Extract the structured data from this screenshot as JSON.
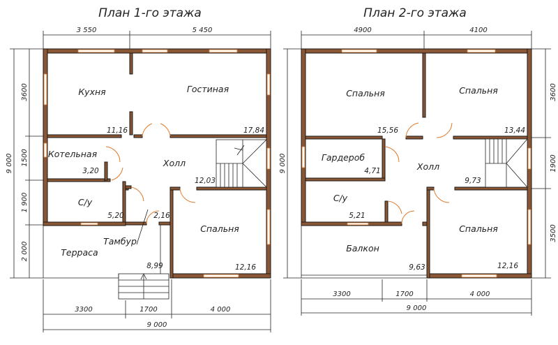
{
  "plan1": {
    "title": "План 1-го этажа",
    "rooms": [
      {
        "name": "Кухня",
        "area": "11,16"
      },
      {
        "name": "Гостиная",
        "area": "17,84"
      },
      {
        "name": "Котельная",
        "area": "3,20"
      },
      {
        "name": "Холл",
        "area": "12,03"
      },
      {
        "name": "С/у",
        "area": "5,20"
      },
      {
        "name": "Тамбур",
        "area": "2,16"
      },
      {
        "name": "Спальня",
        "area": "12,16"
      },
      {
        "name": "Терраса",
        "area": "8,99"
      }
    ],
    "dims_top": [
      "3 550",
      "5 450"
    ],
    "dims_bottom": [
      "3300",
      "1700",
      "4 000"
    ],
    "dim_total": "9 000",
    "dims_left": [
      "3600",
      "1500",
      "1 900",
      "2 000"
    ],
    "dim_left_total": "9 000"
  },
  "plan2": {
    "title": "План 2-го этажа",
    "rooms": [
      {
        "name": "Спальня",
        "area": "15,56"
      },
      {
        "name": "Спальня",
        "area": "13,44"
      },
      {
        "name": "Гардероб",
        "area": "4,71"
      },
      {
        "name": "Холл",
        "area": "9,73"
      },
      {
        "name": "С/у",
        "area": "5,21"
      },
      {
        "name": "Спальня",
        "area": "12,16"
      },
      {
        "name": "Балкон",
        "area": "9,63"
      }
    ],
    "dims_top": [
      "4900",
      "4100"
    ],
    "dims_bottom": [
      "3300",
      "1700",
      "4 000"
    ],
    "dim_total": "9 000",
    "dims_right": [
      "3600",
      "1900",
      "3500"
    ],
    "dim_left_total": "9 000"
  },
  "colors": {
    "wall": "#8a5634",
    "opening": "#e07a2c"
  }
}
